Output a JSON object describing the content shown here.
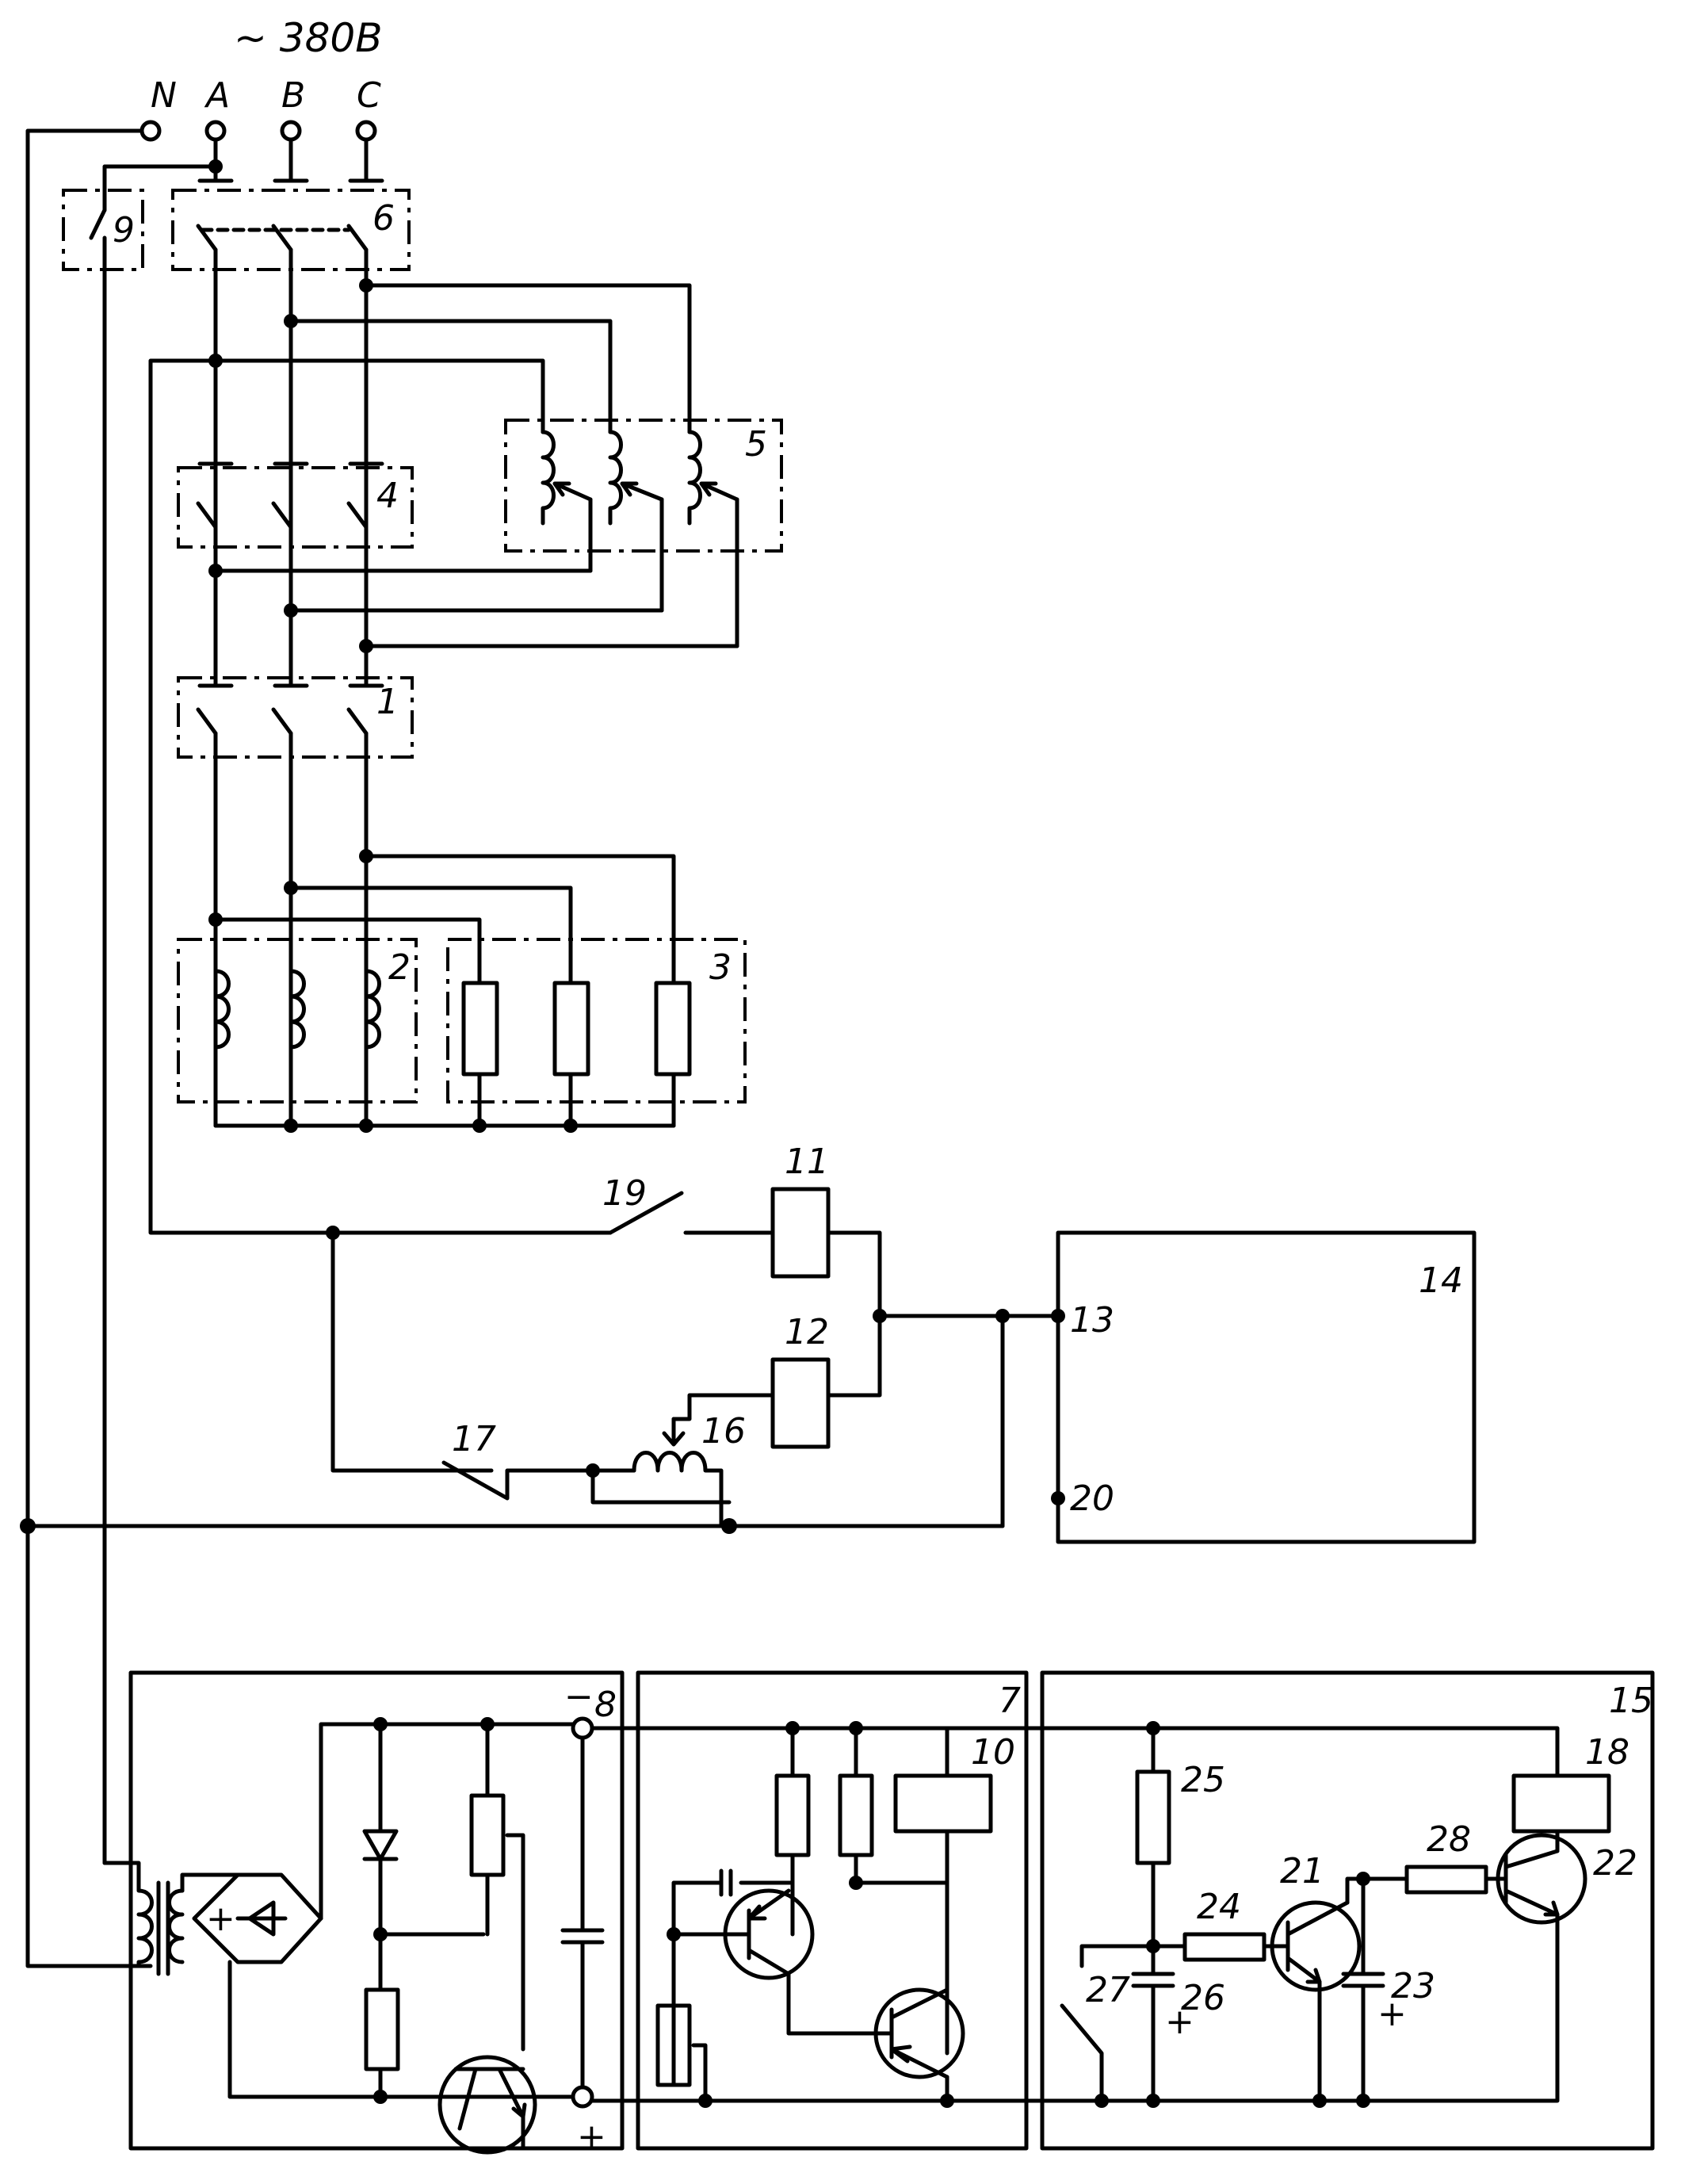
{
  "supply": {
    "voltage": "~ 380В",
    "terminals": [
      "N",
      "A",
      "B",
      "C"
    ]
  },
  "labels": {
    "l1": "1",
    "l2": "2",
    "l3": "3",
    "l4": "4",
    "l5": "5",
    "l6": "6",
    "l7": "7",
    "l8": "8",
    "l9": "9",
    "l10": "10",
    "l11": "11",
    "l12": "12",
    "l13": "13",
    "l14": "14",
    "l15": "15",
    "l16": "16",
    "l17": "17",
    "l18": "18",
    "l19": "19",
    "l20": "20",
    "l21": "21",
    "l22": "22",
    "l23": "23",
    "l24": "24",
    "l25": "25",
    "l26": "26",
    "l27": "27",
    "l28": "28"
  },
  "signs": {
    "plus": "+",
    "minus": "−"
  }
}
